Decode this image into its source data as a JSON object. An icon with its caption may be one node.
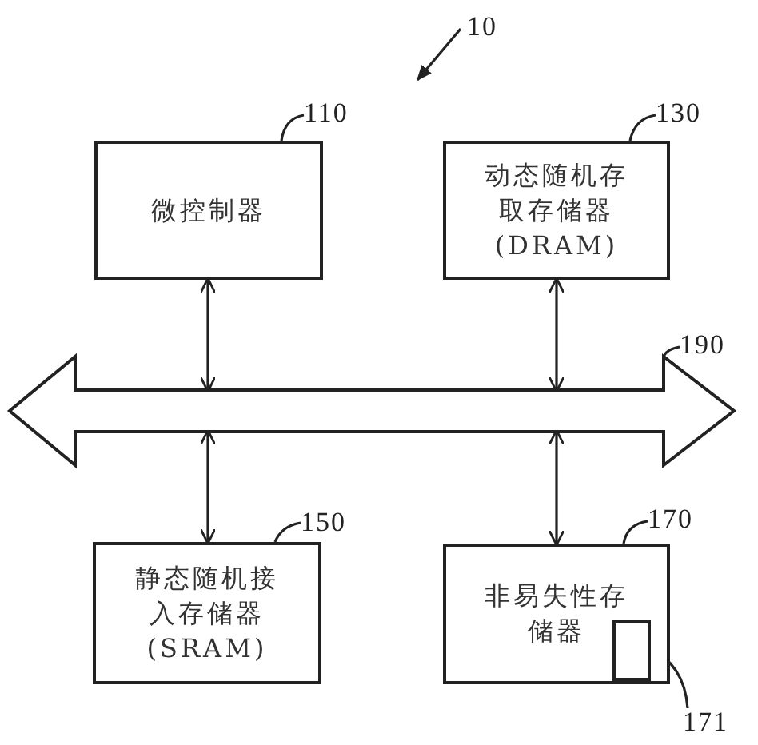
{
  "diagram": {
    "nodes": [
      {
        "text": [
          "10"
        ]
      },
      {
        "text": [
          "110"
        ]
      },
      {
        "text": [
          "微控制器"
        ]
      },
      {
        "text": [
          "130"
        ]
      },
      {
        "text": [
          "动态随机存取存储器(DRAM)"
        ]
      },
      {
        "text": [
          "190"
        ]
      },
      {
        "text": [],
        "shape": "arrow"
      },
      {
        "text": [
          "150"
        ]
      },
      {
        "text": [
          "静态随机接入存储器(SRAM)"
        ]
      },
      {
        "text": [
          "170"
        ]
      },
      {
        "text": [
          "非易失性存储器"
        ]
      },
      {
        "text": [],
        "shape": "box",
        "in": 10
      },
      {
        "text": [
          "171"
        ]
      }
    ],
    "edges": [
      {
        "from": 0,
        "to": null,
        "arrow": "to"
      },
      {
        "from": 1,
        "to": 2,
        "arrow": "none"
      },
      {
        "from": 3,
        "to": 4,
        "arrow": "none"
      },
      {
        "from": 5,
        "to": 6,
        "arrow": "none"
      },
      {
        "from": 7,
        "to": 8,
        "arrow": "none"
      },
      {
        "from": 9,
        "to": 10,
        "arrow": "none"
      },
      {
        "from": 12,
        "to": 11,
        "arrow": "none"
      },
      {
        "from": 2,
        "to": 6,
        "arrow": "both"
      },
      {
        "from": 4,
        "to": 6,
        "arrow": "both"
      },
      {
        "from": 8,
        "to": 6,
        "arrow": "both"
      },
      {
        "from": 10,
        "to": 6,
        "arrow": "both"
      }
    ]
  }
}
